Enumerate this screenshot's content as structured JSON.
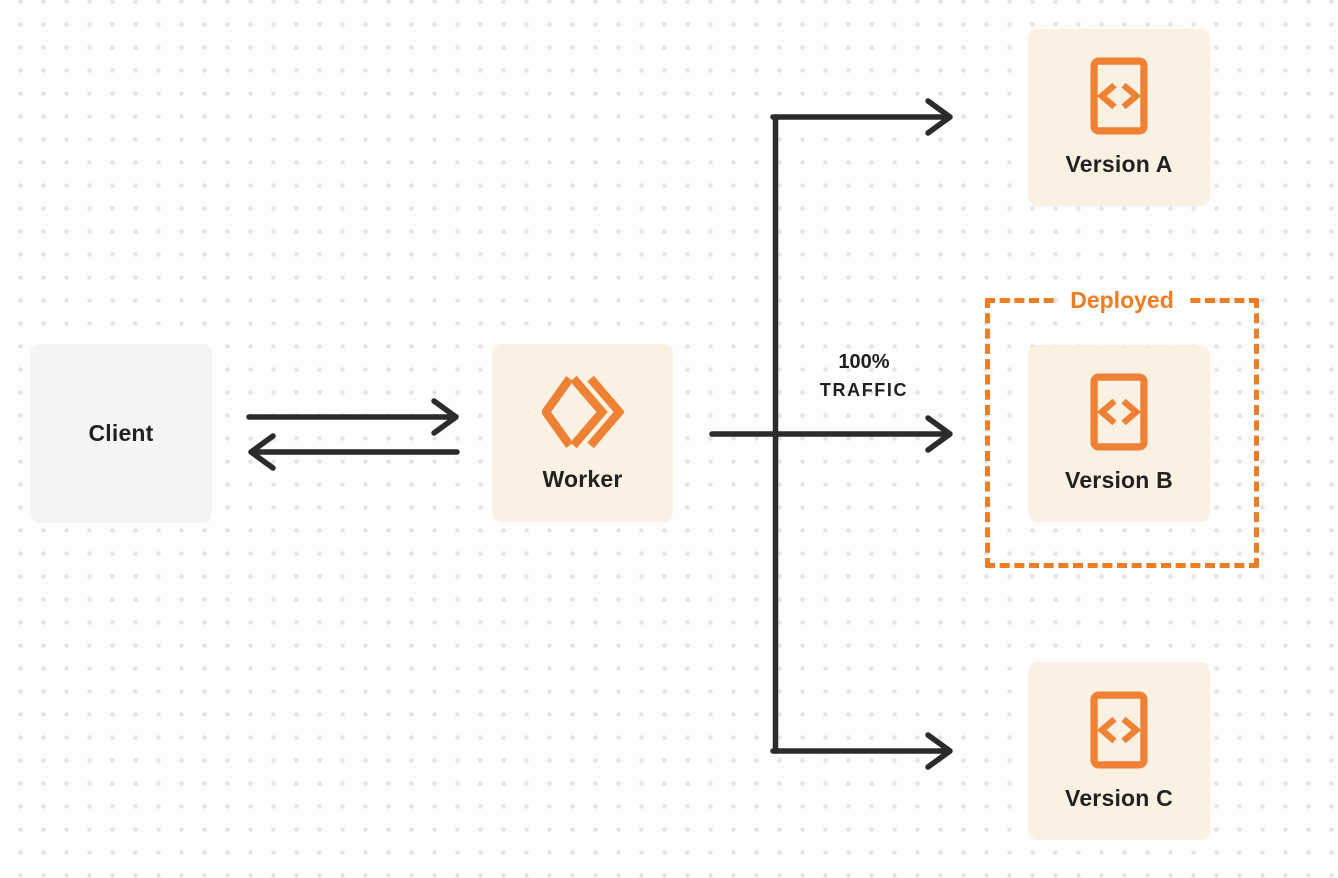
{
  "diagram": {
    "kind": "worker-version-routing-diagram",
    "nodes": {
      "client": {
        "label": "Client"
      },
      "worker": {
        "label": "Worker"
      },
      "version_a": {
        "label": "Version A"
      },
      "version_b": {
        "label": "Version B"
      },
      "version_c": {
        "label": "Version C"
      }
    },
    "deployed_frame": {
      "label": "Deployed"
    },
    "traffic_label": {
      "line1": "100%",
      "line2": "TRAFFIC"
    },
    "icons": {
      "worker": "cloudflare-workers-logo",
      "versions": "code-file"
    },
    "colors": {
      "accent_orange": "#ee7d23",
      "icon_orange": "#ee8133",
      "node_cream": "#faf1e3",
      "node_gray": "#f4f4f6",
      "arrow_dark": "#2b2b2b",
      "text_dark": "#222222",
      "background": "#fdfdfd",
      "grid_dot": "#e2e2e2"
    }
  }
}
